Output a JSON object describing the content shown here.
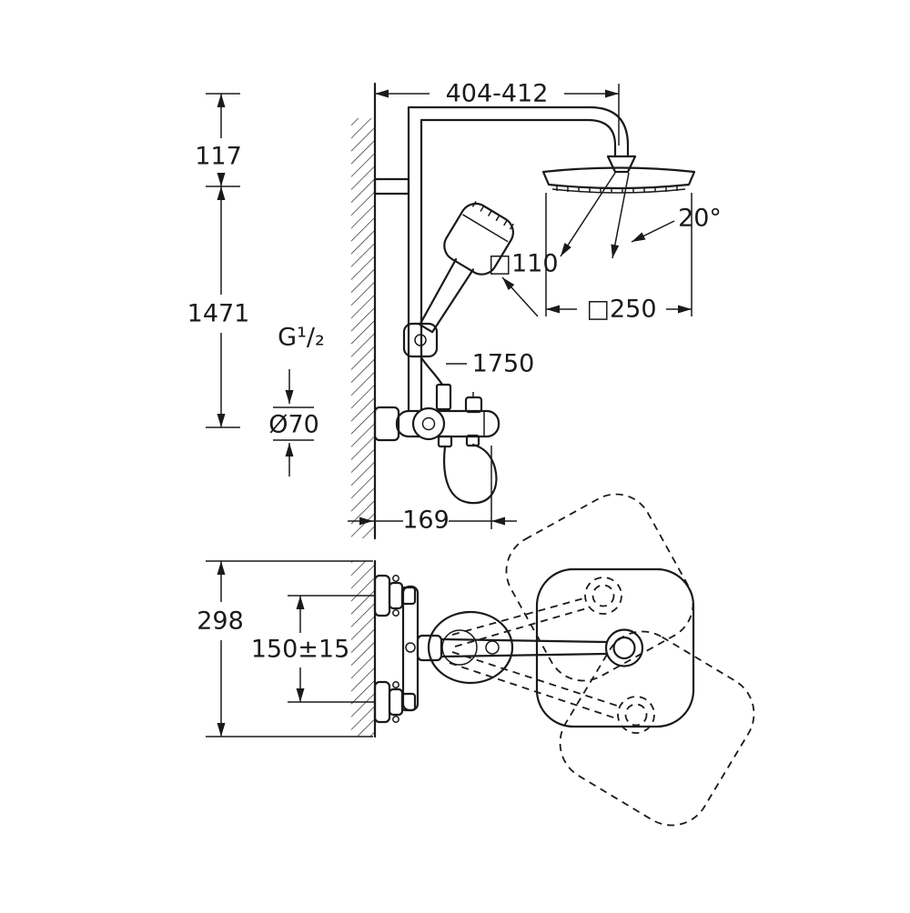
{
  "drawing": {
    "name": "thermostatic shower system dimensional drawing",
    "background": "#ffffff",
    "line_color": "#1a1a1a",
    "labels": {
      "side": {
        "width": "404-412",
        "drop": "117",
        "height": "1471",
        "angle": "20°",
        "hand_face": "□110",
        "head_face": "□250",
        "thread": "G¹/₂",
        "diameter": "Ø70",
        "hose": "1750",
        "projection": "169"
      },
      "plan": {
        "depth": "298",
        "spacing": "150±15"
      }
    }
  }
}
